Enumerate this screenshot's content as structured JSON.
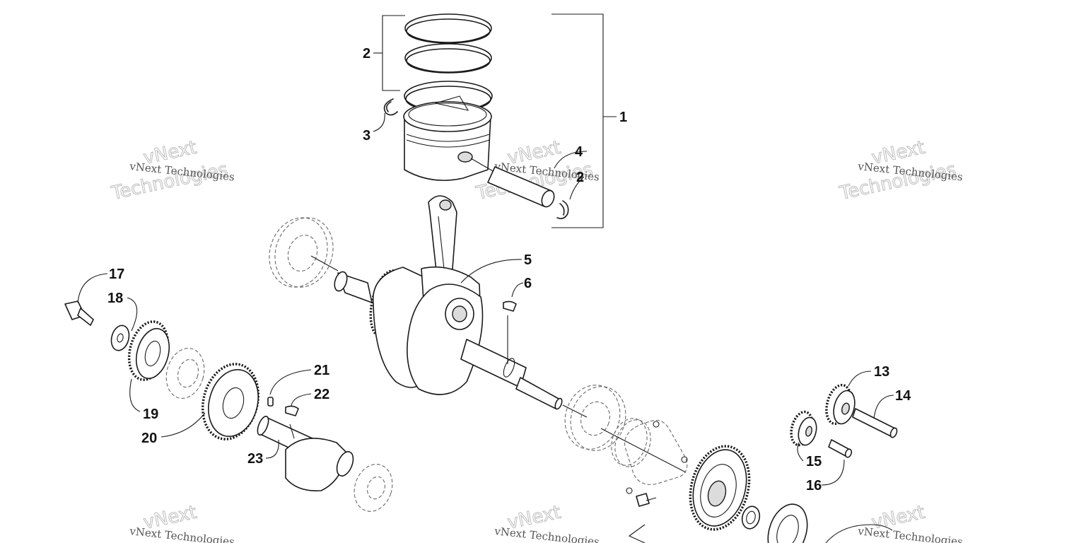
{
  "callouts": [
    {
      "id": "1",
      "label": "1"
    },
    {
      "id": "2a",
      "label": "2"
    },
    {
      "id": "2b",
      "label": "2"
    },
    {
      "id": "3",
      "label": "3"
    },
    {
      "id": "4",
      "label": "4"
    },
    {
      "id": "5",
      "label": "5"
    },
    {
      "id": "6",
      "label": "6"
    },
    {
      "id": "13",
      "label": "13"
    },
    {
      "id": "14",
      "label": "14"
    },
    {
      "id": "15",
      "label": "15"
    },
    {
      "id": "16",
      "label": "16"
    },
    {
      "id": "17",
      "label": "17"
    },
    {
      "id": "18",
      "label": "18"
    },
    {
      "id": "19",
      "label": "19"
    },
    {
      "id": "20",
      "label": "20"
    },
    {
      "id": "21",
      "label": "21"
    },
    {
      "id": "22",
      "label": "22"
    },
    {
      "id": "23",
      "label": "23"
    }
  ],
  "watermark": {
    "line1": "vNext Technologies",
    "big_top": "vNext",
    "big_bottom": "Technologies"
  }
}
